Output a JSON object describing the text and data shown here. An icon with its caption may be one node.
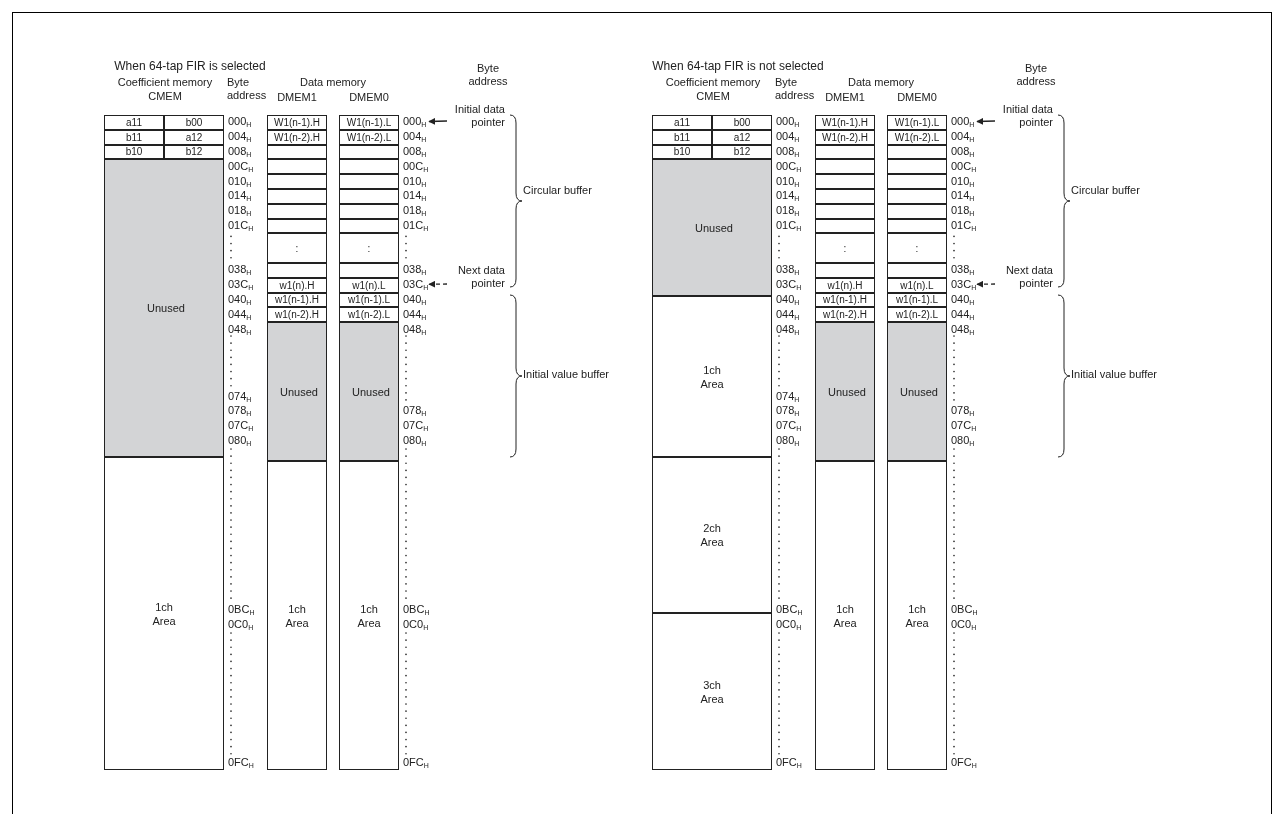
{
  "diagram": {
    "nodes": [
      {
        "text": [
          "a11"
        ]
      },
      {
        "text": [
          "b00"
        ]
      },
      {
        "text": [
          "b11"
        ]
      },
      {
        "text": [
          "a12"
        ]
      },
      {
        "text": [
          "b10"
        ]
      },
      {
        "text": [
          "b12"
        ]
      },
      {
        "text": [
          "Unused"
        ]
      },
      {
        "text": [
          "1ch Area"
        ]
      },
      {
        "text": [
          "W1(n-1).H"
        ]
      },
      {
        "text": [
          "W1(n-2).H"
        ]
      },
      {
        "text": [],
        "shape": "box"
      },
      {
        "text": [],
        "shape": "box"
      },
      {
        "text": [],
        "shape": "box"
      },
      {
        "text": [],
        "shape": "box"
      },
      {
        "text": [],
        "shape": "box"
      },
      {
        "text": [],
        "shape": "box"
      },
      {
        "text": [
          ":"
        ]
      },
      {
        "text": [],
        "shape": "box"
      },
      {
        "text": [
          "w1(n).H"
        ]
      },
      {
        "text": [
          "w1(n-1).H"
        ]
      },
      {
        "text": [
          "w1(n-2).H"
        ]
      },
      {
        "text": [
          "Unused"
        ]
      },
      {
        "text": [
          "1ch Area"
        ]
      },
      {
        "text": [
          "W1(n-1).L"
        ]
      },
      {
        "text": [
          "W1(n-2).L"
        ]
      },
      {
        "text": [],
        "shape": "box"
      },
      {
        "text": [],
        "shape": "box"
      },
      {
        "text": [],
        "shape": "box"
      },
      {
        "text": [],
        "shape": "box"
      },
      {
        "text": [],
        "shape": "box"
      },
      {
        "text": [],
        "shape": "box"
      },
      {
        "text": [
          ":"
        ]
      },
      {
        "text": [],
        "shape": "box"
      },
      {
        "text": [
          "w1(n).L"
        ]
      },
      {
        "text": [
          "w1(n-1).L"
        ]
      },
      {
        "text": [
          "w1(n-2).L"
        ]
      },
      {
        "text": [
          "Unused"
        ]
      },
      {
        "text": [
          "1ch Area"
        ]
      },
      {
        "text": [
          "Initial data pointer"
        ]
      },
      {
        "text": [
          "Next data pointer"
        ]
      },
      {
        "text": [
          "a11"
        ]
      },
      {
        "text": [
          "b00"
        ]
      },
      {
        "text": [
          "b11"
        ]
      },
      {
        "text": [
          "a12"
        ]
      },
      {
        "text": [
          "b10"
        ]
      },
      {
        "text": [
          "b12"
        ]
      },
      {
        "text": [
          "Unused"
        ]
      },
      {
        "text": [
          "1ch Area"
        ]
      },
      {
        "text": [
          "2ch Area"
        ]
      },
      {
        "text": [
          "3ch Area"
        ]
      },
      {
        "text": [
          "W1(n-1).H"
        ]
      },
      {
        "text": [
          "W1(n-2).H"
        ]
      },
      {
        "text": [],
        "shape": "box"
      },
      {
        "text": [],
        "shape": "box"
      },
      {
        "text": [],
        "shape": "box"
      },
      {
        "text": [],
        "shape": "box"
      },
      {
        "text": [],
        "shape": "box"
      },
      {
        "text": [],
        "shape": "box"
      },
      {
        "text": [
          ":"
        ]
      },
      {
        "text": [],
        "shape": "box"
      },
      {
        "text": [
          "w1(n).H"
        ]
      },
      {
        "text": [
          "w1(n-1).H"
        ]
      },
      {
        "text": [
          "w1(n-2).H"
        ]
      },
      {
        "text": [
          "Unused"
        ]
      },
      {
        "text": [
          "1ch Area"
        ]
      },
      {
        "text": [
          "W1(n-1).L"
        ]
      },
      {
        "text": [
          "W1(n-2).L"
        ]
      },
      {
        "text": [],
        "shape": "box"
      },
      {
        "text": [],
        "shape": "box"
      },
      {
        "text": [],
        "shape": "box"
      },
      {
        "text": [],
        "shape": "box"
      },
      {
        "text": [],
        "shape": "box"
      },
      {
        "text": [],
        "shape": "box"
      },
      {
        "text": [
          ":"
        ]
      },
      {
        "text": [],
        "shape": "box"
      },
      {
        "text": [
          "w1(n).L"
        ]
      },
      {
        "text": [
          "w1(n-1).L"
        ]
      },
      {
        "text": [
          "w1(n-2).L"
        ]
      },
      {
        "text": [
          "Unused"
        ]
      },
      {
        "text": [
          "1ch Area"
        ]
      },
      {
        "text": [
          "Initial data pointer"
        ]
      },
      {
        "text": [
          "Next data pointer"
        ]
      },
      {
        "text": [
          "000$_{H}$"
        ]
      },
      {
        "text": [
          "03C$_{H}$"
        ]
      },
      {
        "text": [
          "000$_{H}$"
        ]
      },
      {
        "text": [
          "03C$_{H}$"
        ]
      }
    ],
    "edges": [
      {
        "from": 38,
        "to": 82,
        "arrow": "to"
      },
      {
        "from": 39,
        "to": 83,
        "arrow": "to",
        "style": "dashed"
      },
      {
        "from": 80,
        "to": 84,
        "arrow": "to"
      },
      {
        "from": 81,
        "to": 85,
        "arrow": "to",
        "style": "dashed"
      }
    ],
    "labels": [
      "When 64-tap FIR is selected",
      "Coefficient memory",
      "Byte address",
      "Data memory",
      "Byte address",
      "CMEM",
      "DMEM1",
      "DMEM0",
      "000$_{H}$",
      "004$_{H}$",
      "008$_{H}$",
      "00C$_{H}$",
      "010$_{H}$",
      "014$_{H}$",
      "018$_{H}$",
      "01C$_{H}$",
      "038$_{H}$",
      "03C$_{H}$",
      "040$_{H}$",
      "044$_{H}$",
      "048$_{H}$",
      "074$_{H}$",
      "078$_{H}$",
      "07C$_{H}$",
      "080$_{H}$",
      "0BC$_{H}$",
      "0C0$_{H}$",
      "0FC$_{H}$",
      "004$_{H}$",
      "008$_{H}$",
      "00C$_{H}$",
      "010$_{H}$",
      "014$_{H}$",
      "018$_{H}$",
      "01C$_{H}$",
      "038$_{H}$",
      "040$_{H}$",
      "044$_{H}$",
      "048$_{H}$",
      "078$_{H}$",
      "07C$_{H}$",
      "080$_{H}$",
      "0BC$_{H}$",
      "0C0$_{H}$",
      "0FC$_{H}$",
      "Circular buffer",
      "Initial value buffer",
      "When 64-tap FIR is not selected",
      "Coefficient memory",
      "Byte address",
      "Data memory",
      "Byte address",
      "CMEM",
      "DMEM1",
      "DMEM0",
      "000$_{H}$",
      "004$_{H}$",
      "008$_{H}$",
      "00C$_{H}$",
      "010$_{H}$",
      "014$_{H}$",
      "018$_{H}$",
      "01C$_{H}$",
      "038$_{H}$",
      "03C$_{H}$",
      "040$_{H}$",
      "044$_{H}$",
      "048$_{H}$",
      "074$_{H}$",
      "078$_{H}$",
      "07C$_{H}$",
      "080$_{H}$",
      "0BC$_{H}$",
      "0C0$_{H}$",
      "0FC$_{H}$",
      "004$_{H}$",
      "008$_{H}$",
      "00C$_{H}$",
      "010$_{H}$",
      "014$_{H}$",
      "018$_{H}$",
      "01C$_{H}$",
      "038$_{H}$",
      "040$_{H}$",
      "044$_{H}$",
      "048$_{H}$",
      "078$_{H}$",
      "07C$_{H}$",
      "080$_{H}$",
      "0BC$_{H}$",
      "0C0$_{H}$",
      "0FC$_{H}$",
      "Circular buffer",
      "Initial value buffer"
    ]
  }
}
